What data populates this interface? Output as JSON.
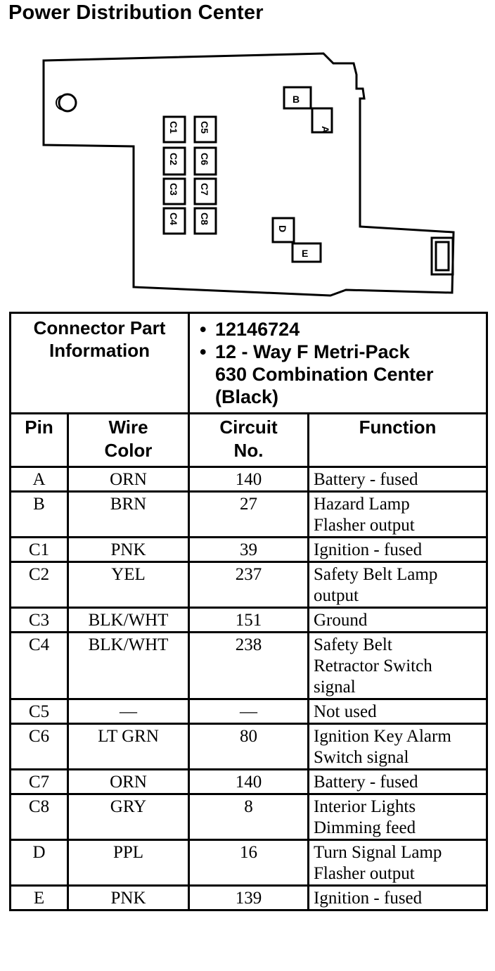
{
  "title": "Power Distribution Center",
  "diagram": {
    "connector_labels": [
      "A",
      "B",
      "C1",
      "C2",
      "C3",
      "C4",
      "C5",
      "C6",
      "C7",
      "C8",
      "D",
      "E"
    ]
  },
  "connector_info": {
    "label_line1": "Connector Part",
    "label_line2": "Information",
    "bullets": [
      "12146724",
      "12 - Way F Metri-Pack",
      "630 Combination Center",
      "(Black)"
    ]
  },
  "columns": {
    "pin": "Pin",
    "wire_color_line1": "Wire",
    "wire_color_line2": "Color",
    "circuit_line1": "Circuit",
    "circuit_line2": "No.",
    "function": "Function"
  },
  "rows": [
    {
      "pin": "A",
      "wire": "ORN",
      "circuit": "140",
      "function": [
        "Battery - fused"
      ]
    },
    {
      "pin": "B",
      "wire": "BRN",
      "circuit": "27",
      "function": [
        "Hazard Lamp",
        "Flasher output"
      ]
    },
    {
      "pin": "C1",
      "wire": "PNK",
      "circuit": "39",
      "function": [
        "Ignition - fused"
      ]
    },
    {
      "pin": "C2",
      "wire": "YEL",
      "circuit": "237",
      "function": [
        "Safety Belt Lamp",
        "output"
      ]
    },
    {
      "pin": "C3",
      "wire": "BLK/WHT",
      "circuit": "151",
      "function": [
        "Ground"
      ]
    },
    {
      "pin": "C4",
      "wire": "BLK/WHT",
      "circuit": "238",
      "function": [
        "Safety Belt",
        "Retractor Switch",
        "signal"
      ]
    },
    {
      "pin": "C5",
      "wire": "—",
      "circuit": "—",
      "function": [
        "Not used"
      ]
    },
    {
      "pin": "C6",
      "wire": "LT GRN",
      "circuit": "80",
      "function": [
        "Ignition Key Alarm",
        "Switch signal"
      ]
    },
    {
      "pin": "C7",
      "wire": "ORN",
      "circuit": "140",
      "function": [
        "Battery - fused"
      ]
    },
    {
      "pin": "C8",
      "wire": "GRY",
      "circuit": "8",
      "function": [
        "Interior Lights",
        "Dimming feed"
      ]
    },
    {
      "pin": "D",
      "wire": "PPL",
      "circuit": "16",
      "function": [
        "Turn Signal Lamp",
        "Flasher output"
      ]
    },
    {
      "pin": "E",
      "wire": "PNK",
      "circuit": "139",
      "function": [
        "Ignition - fused"
      ]
    }
  ]
}
